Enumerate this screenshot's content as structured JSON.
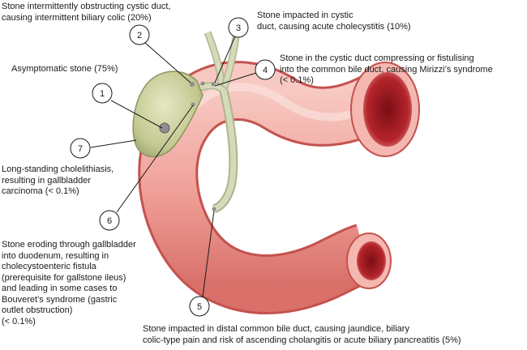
{
  "markers": [
    "1",
    "2",
    "3",
    "4",
    "5",
    "6",
    "7"
  ],
  "labels": {
    "l1": [
      "Asymptomatic stone (75%)"
    ],
    "l2": [
      "Stone intermittently obstructing cystic duct,",
      "causing intermittent biliary colic (20%)"
    ],
    "l3": [
      "Stone impacted in cystic",
      "duct, causing acute cholecystitis (10%)"
    ],
    "l4": [
      "Stone in the cystic duct compressing or fistulising",
      "into the common bile duct, causing Mirizzi’s syndrome",
      "(< 0.1%)"
    ],
    "l5": [
      "Stone impacted in distal common bile duct, causing jaundice, biliary",
      "colic-type pain and risk of ascending cholangitis or acute biliary pancreatitis (5%)"
    ],
    "l6": [
      "Stone eroding through gallbladder",
      "into duodenum, resulting in",
      "cholecystoenteric fistula",
      "(prerequisite for gallstone ileus)",
      "and leading in some cases to",
      "Bouveret’s syndrome (gastric",
      "outlet obstruction)",
      "(< 0.1%)"
    ],
    "l7": [
      "Long-standing cholelithiasis,",
      "resulting in gallbladder",
      "carcinoma (< 0.1%)"
    ]
  },
  "colors": {
    "duodenum": "#f2a8a2",
    "duodenum_dark": "#c8504c",
    "lumen": "#b01e26",
    "gallbladder": "#c9cf9c",
    "duct": "#cfd4b0"
  }
}
